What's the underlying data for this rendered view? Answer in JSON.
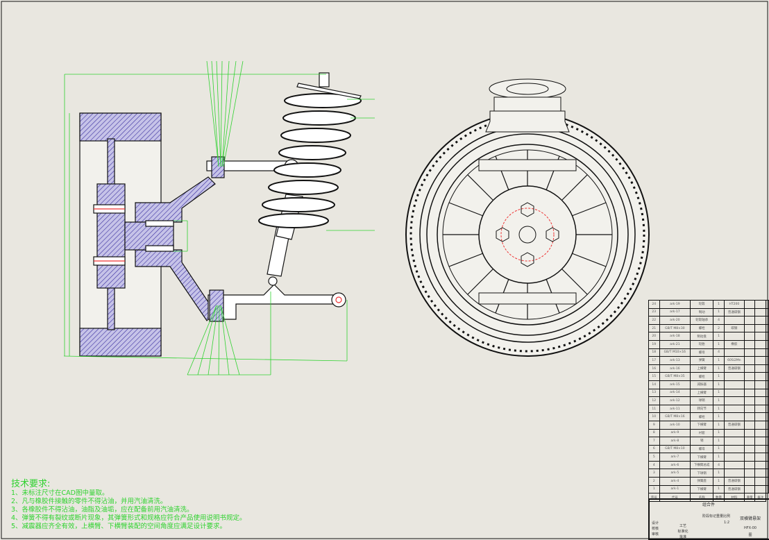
{
  "requirements": {
    "title": "技术要求:",
    "items": [
      "1、未标注尺寸在CAD图中量取。",
      "2、凡与橡胶件接触的零件不得沾油，并用汽油清洗。",
      "3、各橡胶件不得沾油，油脂及油垢，应在配备前用汽油清洗。",
      "4、弹簧不得有裂纹或断片现象，其弹簧形式和规格应符合产品使用说明书规定。",
      "5、减震器应齐全有效，上横臂、下横臂装配的空间角度应满足设计要求。"
    ]
  },
  "bom": {
    "rows": [
      [
        "24",
        "ark-19",
        "轮毂",
        "1",
        "HT200",
        "",
        "",
        ""
      ],
      [
        "23",
        "ark-17",
        "制动",
        "1",
        "普通碳钢",
        "",
        "",
        ""
      ],
      [
        "22",
        "ark-20",
        "轮毂轴承",
        "4",
        "",
        "",
        "",
        ""
      ],
      [
        "21",
        "GB/T M8×30",
        "螺栓",
        "2",
        "碳钢",
        "",
        "",
        ""
      ],
      [
        "20",
        "ark-18",
        "制动盘",
        "1",
        "",
        "",
        "",
        ""
      ],
      [
        "19",
        "ark-21",
        "轮胎",
        "1",
        "橡胶",
        "",
        "",
        ""
      ],
      [
        "18",
        "GB/T M10×16",
        "螺母",
        "4",
        "",
        "",
        "",
        ""
      ],
      [
        "17",
        "ark-13",
        "弹簧",
        "1",
        "60Si2Mn",
        "",
        "",
        ""
      ],
      [
        "16",
        "ark-16",
        "上横臂",
        "1",
        "普通碳钢",
        "",
        "",
        ""
      ],
      [
        "15",
        "GB/T M8×35",
        "螺栓",
        "1",
        "",
        "",
        "",
        ""
      ],
      [
        "14",
        "ark-15",
        "减振器",
        "1",
        "",
        "",
        "",
        ""
      ],
      [
        "13",
        "ark-14",
        "上横臂",
        "1",
        "",
        "",
        "",
        ""
      ],
      [
        "12",
        "ark-12",
        "球销",
        "1",
        "",
        "",
        "",
        ""
      ],
      [
        "11",
        "ark-11",
        "转向节",
        "1",
        "",
        "",
        "",
        ""
      ],
      [
        "10",
        "GB/T M8×16",
        "螺栓",
        "1",
        "",
        "",
        "",
        ""
      ],
      [
        "9",
        "ark-10",
        "下横臂",
        "1",
        "普通碳钢",
        "",
        "",
        ""
      ],
      [
        "8",
        "ark-9",
        "衬套",
        "1",
        "",
        "",
        "",
        ""
      ],
      [
        "7",
        "ark-8",
        "销",
        "1",
        "",
        "",
        "",
        ""
      ],
      [
        "6",
        "GB/T M8×10",
        "螺母",
        "1",
        "",
        "",
        "",
        ""
      ],
      [
        "5",
        "ark-7",
        "下横臂",
        "1",
        "",
        "",
        "",
        ""
      ],
      [
        "4",
        "ark-6",
        "下横臂总成",
        "4",
        "",
        "",
        "",
        ""
      ],
      [
        "3",
        "ark-5",
        "下球销",
        "1",
        "",
        "",
        "",
        ""
      ],
      [
        "2",
        "ark-4",
        "弹簧座",
        "1",
        "普通碳钢",
        "",
        "",
        ""
      ],
      [
        "1",
        "ark-1",
        "下横臂",
        "1",
        "普通碳钢",
        "",
        "",
        ""
      ]
    ],
    "header": [
      "序号",
      "代号",
      "名称",
      "数量",
      "材料",
      "重量",
      "备注"
    ]
  },
  "title_block": {
    "assembly": "组合件",
    "stage_label": "阶段标记",
    "weight_label": "重量",
    "scale_label": "比例",
    "scale": "1:2",
    "name": "双横臂悬架",
    "code": "HFX-00",
    "sheet": "图",
    "designer": "设计",
    "checker": "校核",
    "process": "工艺",
    "approve": "审核",
    "std": "标准化",
    "date": "批准"
  }
}
